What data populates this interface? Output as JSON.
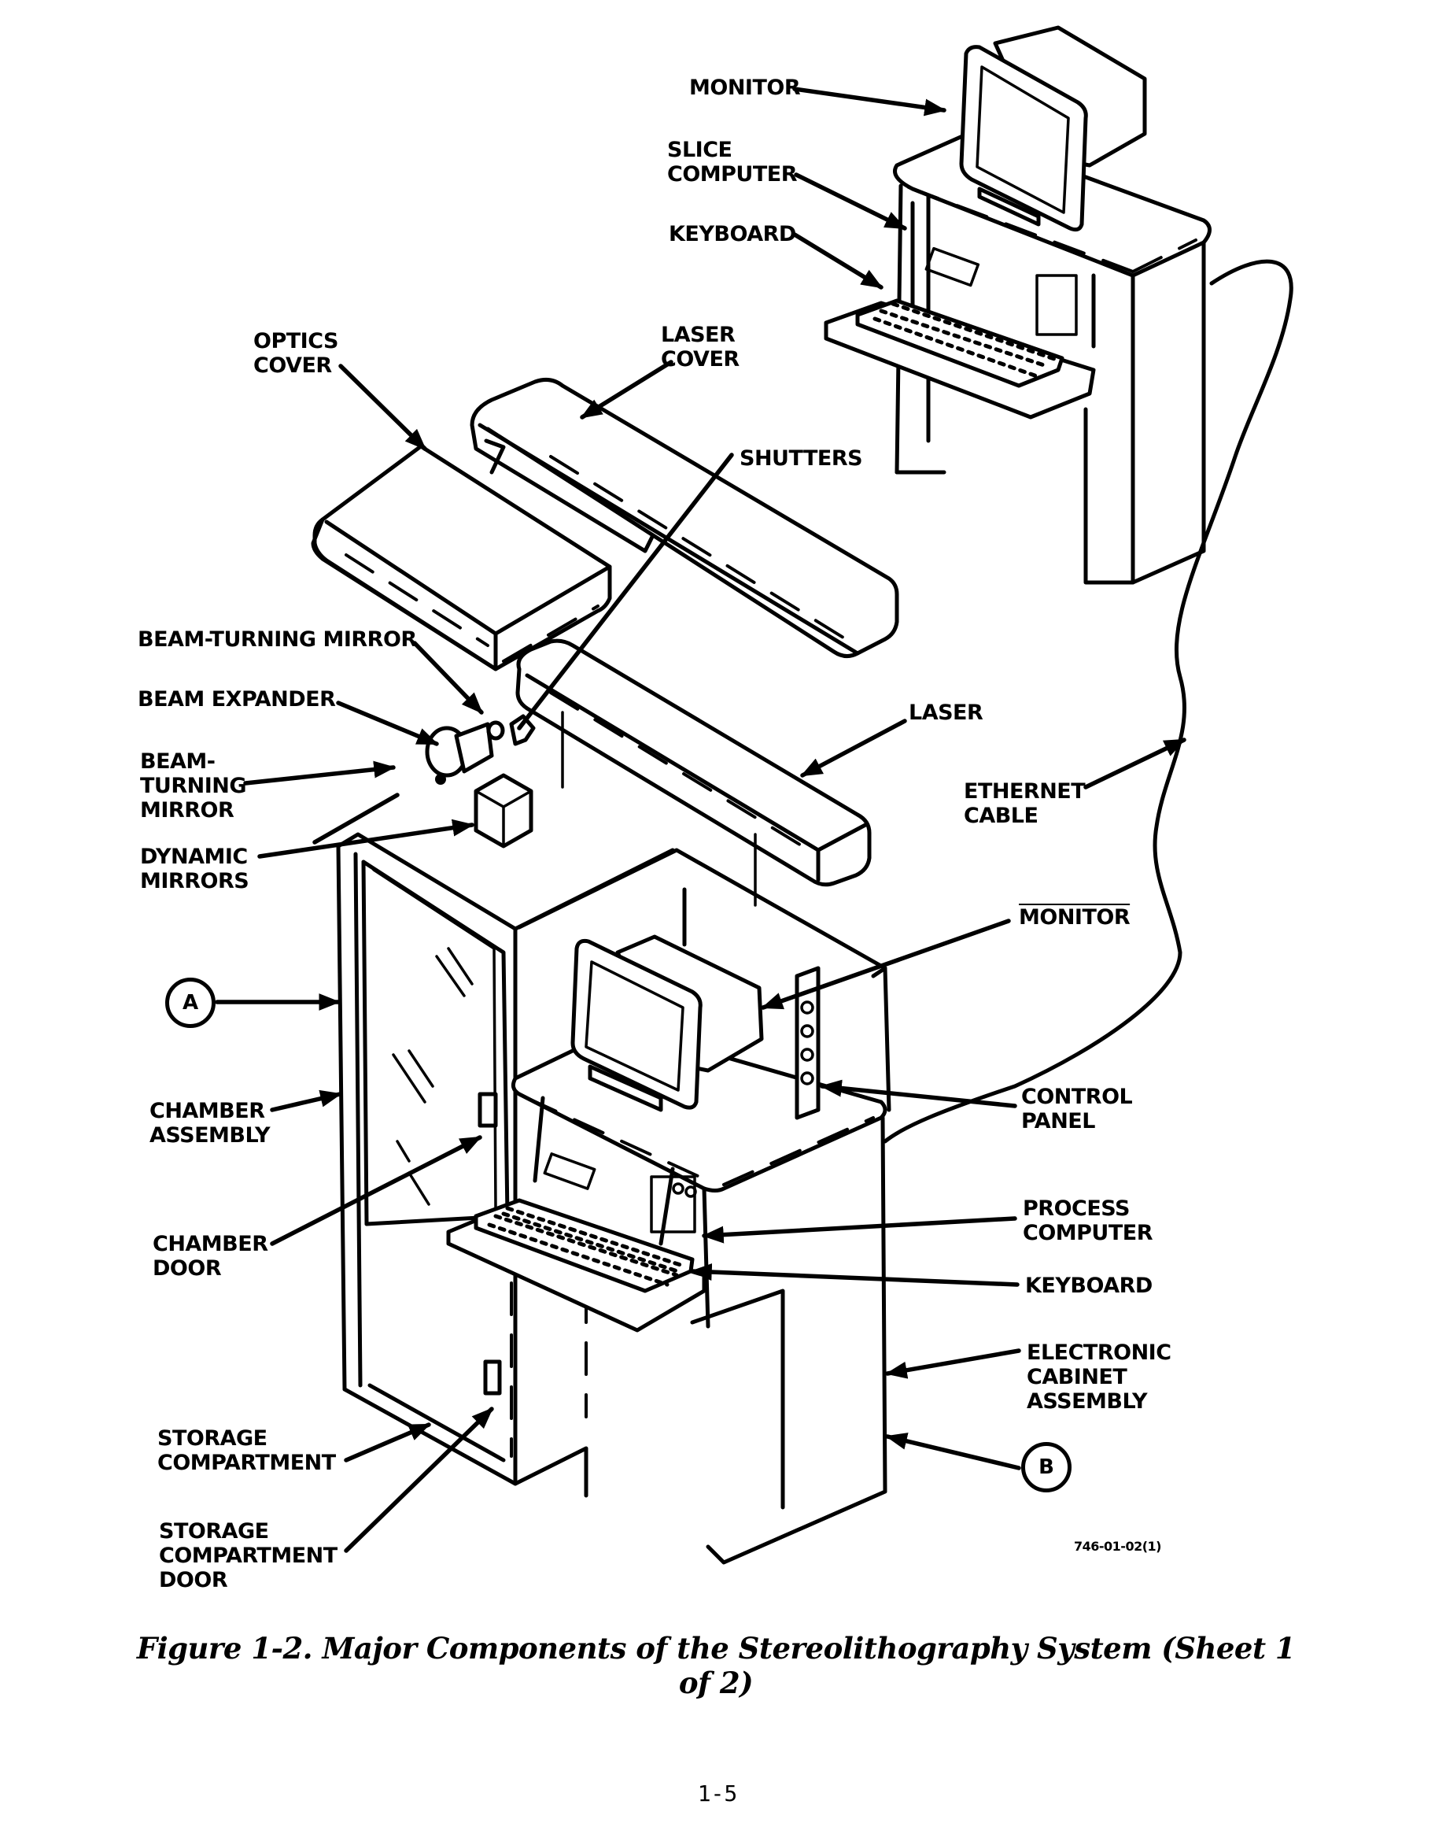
{
  "figure": {
    "caption": "Figure 1-2.  Major Components of the Stereolithography System (Sheet 1 of 2)",
    "page_number": "1-5",
    "reference_number": "746-01-02(1)"
  },
  "labels": {
    "monitor_top": "MONITOR",
    "slice_computer": "SLICE\nCOMPUTER",
    "keyboard_top": "KEYBOARD",
    "optics_cover": "OPTICS\nCOVER",
    "laser_cover": "LASER\nCOVER",
    "shutters": "SHUTTERS",
    "beam_turning_mirror_top": "BEAM-TURNING MIRROR",
    "beam_expander": "BEAM EXPANDER",
    "beam_turning_mirror_left": "BEAM-\nTURNING\nMIRROR",
    "dynamic_mirrors": "DYNAMIC\nMIRRORS",
    "laser": "LASER",
    "ethernet_cable": "ETHERNET\nCABLE",
    "monitor_process": "MONITOR",
    "control_panel": "CONTROL\nPANEL",
    "chamber_assembly": "CHAMBER\nASSEMBLY",
    "chamber_door": "CHAMBER\nDOOR",
    "process_computer": "PROCESS\nCOMPUTER",
    "keyboard_process": "KEYBOARD",
    "electronic_cabinet_assembly": "ELECTRONIC\nCABINET\nASSEMBLY",
    "storage_compartment": "STORAGE\nCOMPARTMENT",
    "storage_compartment_door": "STORAGE\nCOMPARTMENT\nDOOR"
  },
  "callouts": {
    "a": "A",
    "b": "B"
  }
}
